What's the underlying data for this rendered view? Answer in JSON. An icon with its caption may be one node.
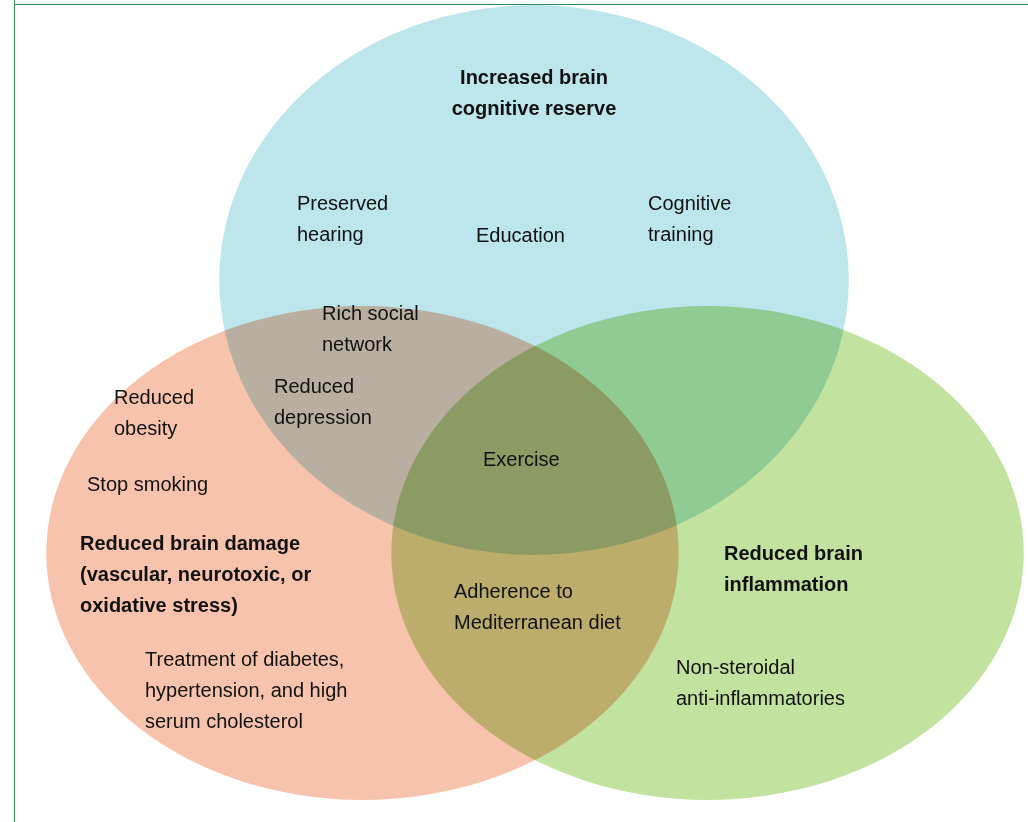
{
  "diagram": {
    "nodes": [
      {
        "text": [
          "Increased brain cognitive reserve"
        ]
      },
      {
        "text": [
          "Reduced brain damage (vascular, neurotoxic, or oxidative stress)"
        ]
      },
      {
        "text": [
          "Reduced brain inflammation"
        ]
      }
    ],
    "edges": [],
    "labels": [
      "Preserved hearing",
      "Education",
      "Cognitive training",
      "Rich social network",
      "Reduced depression",
      "Reduced obesity",
      "Exercise",
      "Stop smoking",
      "Adherence to Mediterranean diet",
      "Treatment of diabetes, hypertension, and high serum cholesterol",
      "Non-steroidal anti-inflammatories"
    ]
  }
}
